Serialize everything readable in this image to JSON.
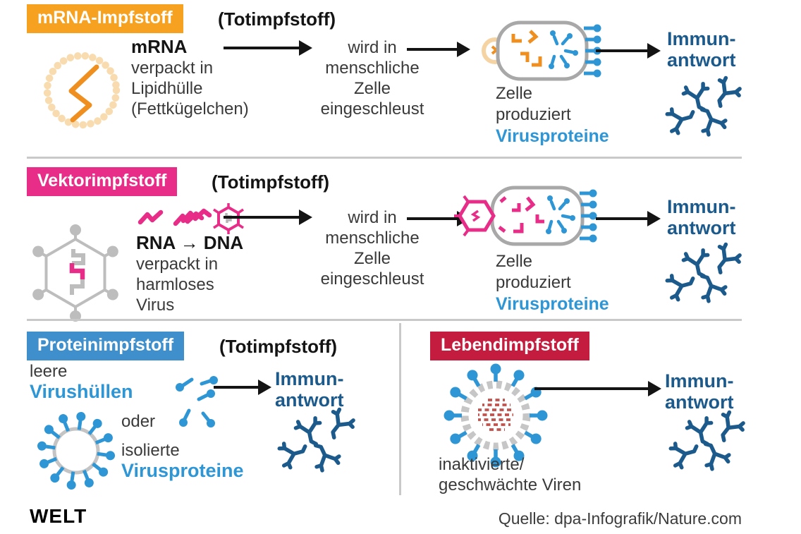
{
  "colors": {
    "orange": "#F6A120",
    "orange_light": "#F8DCB0",
    "orange_strand": "#EE8F1F",
    "magenta": "#E72D88",
    "blue_chip": "#3E8FCB",
    "blue_bright": "#2E96D5",
    "blue_dark": "#1C5A8C",
    "red_chip": "#C31C3E",
    "red_virus_core": "#C0534E",
    "gray_virus": "#BDBDBD",
    "gray_cell": "#A8A8A8",
    "divider": "#C9C9C9",
    "text": "#3A3A3A"
  },
  "rows": {
    "mrna": {
      "label": "mRNA-Impfstoff",
      "sublabel": "(Totimpfstoff)",
      "packed": {
        "title": "mRNA",
        "lines": [
          "verpackt in",
          "Lipidhülle",
          "(Fettkügelchen)"
        ]
      },
      "delivery": [
        "wird in",
        "menschliche",
        "Zelle",
        "eingeschleust"
      ],
      "cell": [
        "Zelle",
        "produziert"
      ],
      "cell_highlight": "Virusproteine",
      "result": [
        "Immun-",
        "antwort"
      ]
    },
    "vektor": {
      "label": "Vektorimpfstoff",
      "sublabel": "(Totimpfstoff)",
      "packed": {
        "title": "RNA → DNA",
        "lines": [
          "verpackt in",
          "harmloses",
          "Virus"
        ]
      },
      "delivery": [
        "wird in",
        "menschliche",
        "Zelle",
        "eingeschleust"
      ],
      "cell": [
        "Zelle",
        "produziert"
      ],
      "cell_highlight": "Virusproteine",
      "result": [
        "Immun-",
        "antwort"
      ]
    },
    "protein": {
      "label": "Proteinimpfstoff",
      "sublabel": "(Totimpfstoff)",
      "option1_plain": "leere",
      "option1_highlight": "Virushüllen",
      "connector": "oder",
      "option2_plain": "isolierte",
      "option2_highlight": "Virusproteine",
      "result": [
        "Immun-",
        "antwort"
      ]
    },
    "lebend": {
      "label": "Lebendimpfstoff",
      "desc": [
        "inaktivierte/",
        "geschwächte Viren"
      ],
      "result": [
        "Immun-",
        "antwort"
      ]
    }
  },
  "footer": {
    "logo": "WELT",
    "source": "Quelle: dpa-Infografik/Nature.com"
  }
}
